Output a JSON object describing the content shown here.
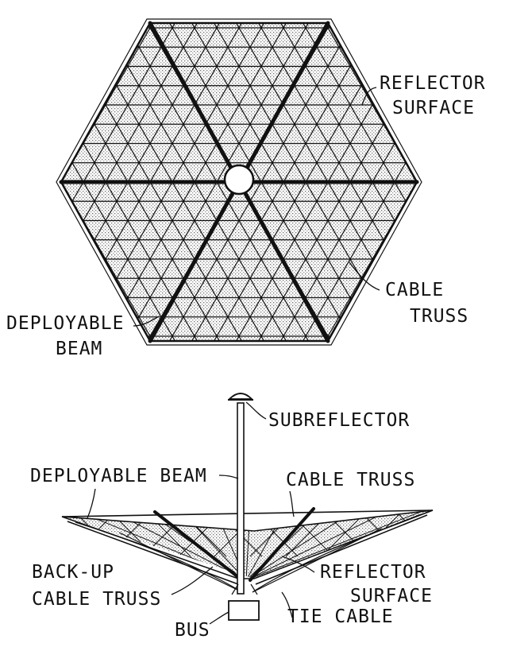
{
  "top_view": {
    "labels": {
      "reflector_line1": "REFLECTOR",
      "reflector_line2": "SURFACE",
      "cable_line1": "CABLE",
      "cable_line2": "TRUSS",
      "beam_line1": "DEPLOYABLE",
      "beam_line2": "BEAM"
    }
  },
  "side_view": {
    "labels": {
      "subreflector": "SUBREFLECTOR",
      "deployable_beam": "DEPLOYABLE BEAM",
      "cable_truss": "CABLE TRUSS",
      "backup_line1": "BACK-UP",
      "backup_line2": "CABLE TRUSS",
      "reflector_line1": "REFLECTOR",
      "reflector_line2": "SURFACE",
      "tie_cable": "TIE CABLE",
      "bus": "BUS"
    }
  },
  "colors": {
    "ink": "#111111",
    "stipple": "#8a8a8a",
    "paper": "#ffffff"
  }
}
